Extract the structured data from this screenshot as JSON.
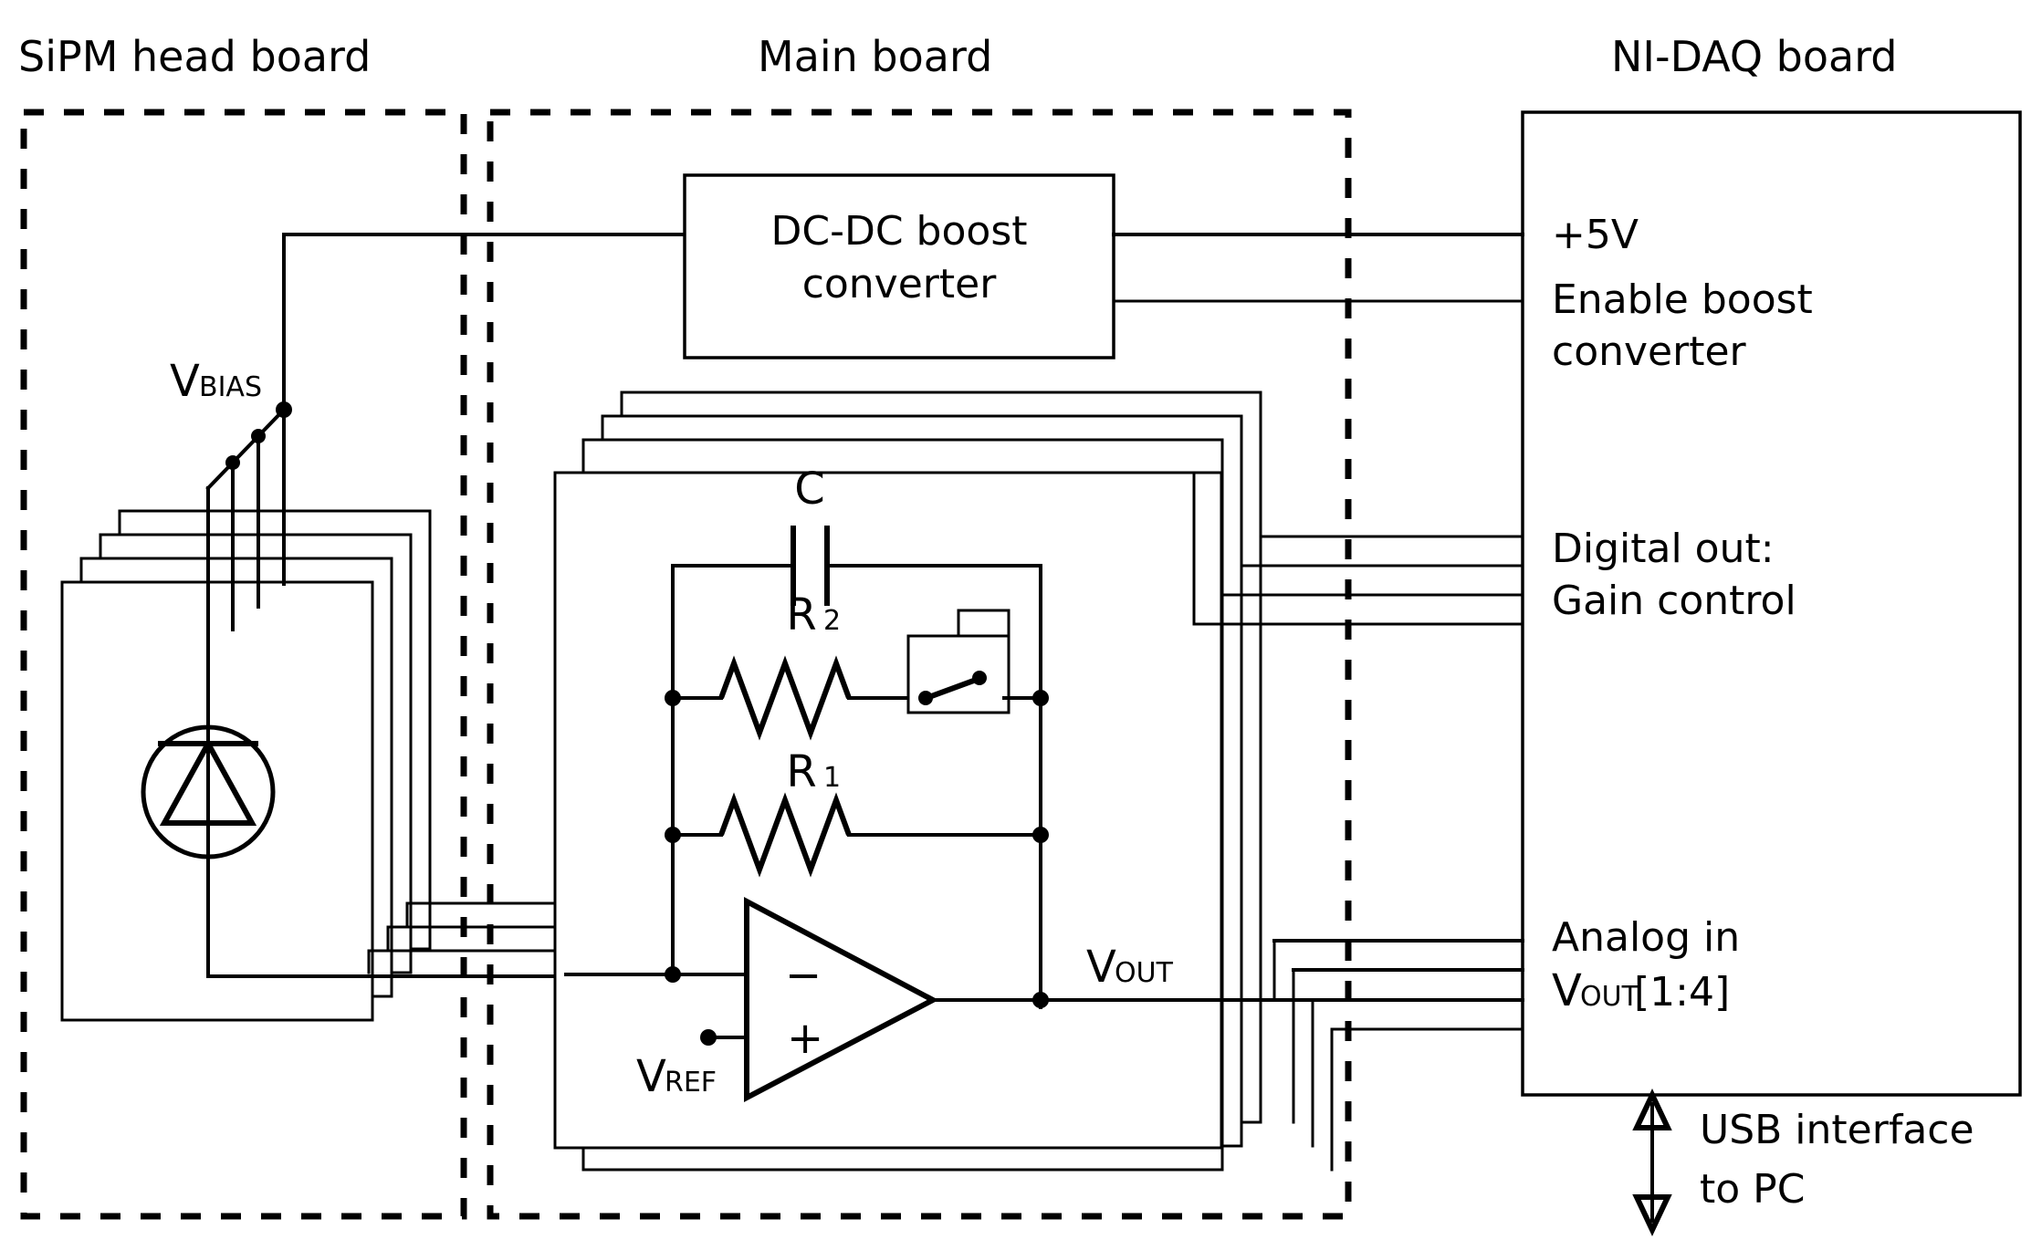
{
  "figure": {
    "type": "block-schematic",
    "description": "SiPM detector readout electronics block diagram"
  },
  "sections": [
    {
      "id": "sipm",
      "title": "SiPM head board"
    },
    {
      "id": "main",
      "title": "Main board"
    },
    {
      "id": "daq",
      "title": "NI-DAQ board"
    }
  ],
  "sipm_board": {
    "title": "SiPM head board",
    "bias_label": "V",
    "bias_sub": "BIAS",
    "detector_icon": "photodiode-icon",
    "channel_count": 4
  },
  "main_board": {
    "title": "Main board",
    "boost": {
      "line1": "DC-DC boost",
      "line2": "converter"
    },
    "amplifier": {
      "cap_label": "C",
      "r2_label": "R",
      "r2_sub": "2",
      "r1_label": "R",
      "r1_sub": "1",
      "switch_icon": "spst-switch-icon",
      "opamp_icon": "opamp-triangle-icon",
      "inv_input": "−",
      "noninv_input": "+",
      "vref_label": "V",
      "vref_sub": "REF",
      "vout_label": "V",
      "vout_sub": "OUT"
    },
    "channel_count": 4
  },
  "daq_board": {
    "title": "NI-DAQ board",
    "ports": [
      {
        "name": "supply-port",
        "lines": [
          "+5V"
        ]
      },
      {
        "name": "enable-boost-port",
        "lines": [
          "Enable boost",
          "converter"
        ]
      },
      {
        "name": "digital-out-port",
        "lines": [
          "Digital out:",
          "Gain control"
        ]
      },
      {
        "name": "analog-in-port",
        "lines": [
          "Analog in",
          "VOUT [1:4]"
        ]
      }
    ],
    "supply_label": "+5V",
    "enable_line1": "Enable boost",
    "enable_line2": "converter",
    "digital_line1": "Digital out:",
    "digital_line2": "Gain control",
    "analog_line1": "Analog in",
    "analog_v": "V",
    "analog_sub": "OUT",
    "analog_range": " [1:4]",
    "usb_line1": "USB interface",
    "usb_line2": "to PC",
    "usb_icon": "double-arrow-icon"
  },
  "colors": {
    "line": "#000000",
    "background": "#ffffff"
  }
}
